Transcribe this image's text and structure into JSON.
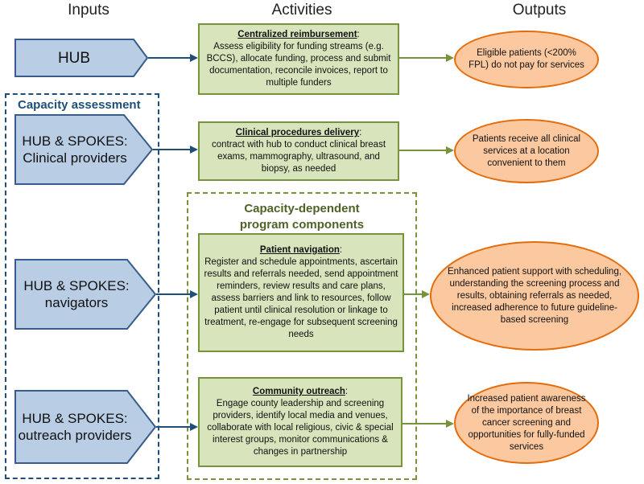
{
  "headers": {
    "inputs": "Inputs",
    "activities": "Activities",
    "outputs": "Outputs"
  },
  "groups": {
    "capacity_assessment": "Capacity assessment",
    "capacity_dependent_line1": "Capacity-dependent",
    "capacity_dependent_line2": "program components"
  },
  "inputs": [
    {
      "line1": "HUB",
      "line2": ""
    },
    {
      "line1": "HUB & SPOKES:",
      "line2": "Clinical providers"
    },
    {
      "line1": "HUB & SPOKES:",
      "line2": "navigators"
    },
    {
      "line1": "HUB & SPOKES:",
      "line2": "outreach providers"
    }
  ],
  "activities": [
    {
      "title": "Centralized reimbursement",
      "suffix": ":",
      "body": "Assess eligibility for funding streams (e.g. BCCS), allocate funding, process and submit documentation, reconcile invoices, report to multiple funders"
    },
    {
      "title": "Clinical procedures delivery",
      "suffix": ":",
      "body": "contract with hub to conduct clinical breast exams, mammography, ultrasound, and biopsy, as needed"
    },
    {
      "title": "Patient navigation",
      "suffix": ":",
      "body": "Register and schedule appointments, ascertain results and referrals needed, send appointment reminders, review results and care plans, assess barriers and link to resources, follow patient until clinical resolution or linkage to treatment, re-engage for subsequent screening needs"
    },
    {
      "title": "Community outreach",
      "suffix": ":",
      "body": "Engage county leadership and screening providers, identify local media and venues, collaborate with local religious, civic & special interest groups, monitor communications & changes in partnership"
    }
  ],
  "outputs": [
    "Eligible patients (<200% FPL) do not pay for services",
    "Patients receive all clinical services at a location convenient to them",
    "Enhanced patient support with scheduling, understanding the screening process and results, obtaining referrals as needed, increased adherence to future guideline-based screening",
    "Increased patient awareness of the importance of breast cancer screening and opportunities for fully-funded services"
  ],
  "colors": {
    "input_fill": "#b9cde5",
    "input_stroke": "#385d8a",
    "activity_fill": "#d7e4bc",
    "activity_stroke": "#77933c",
    "output_fill": "#fbc8a0",
    "output_stroke": "#e46c0a",
    "blue_arrow": "#1f4e79",
    "green_arrow": "#77933c"
  }
}
